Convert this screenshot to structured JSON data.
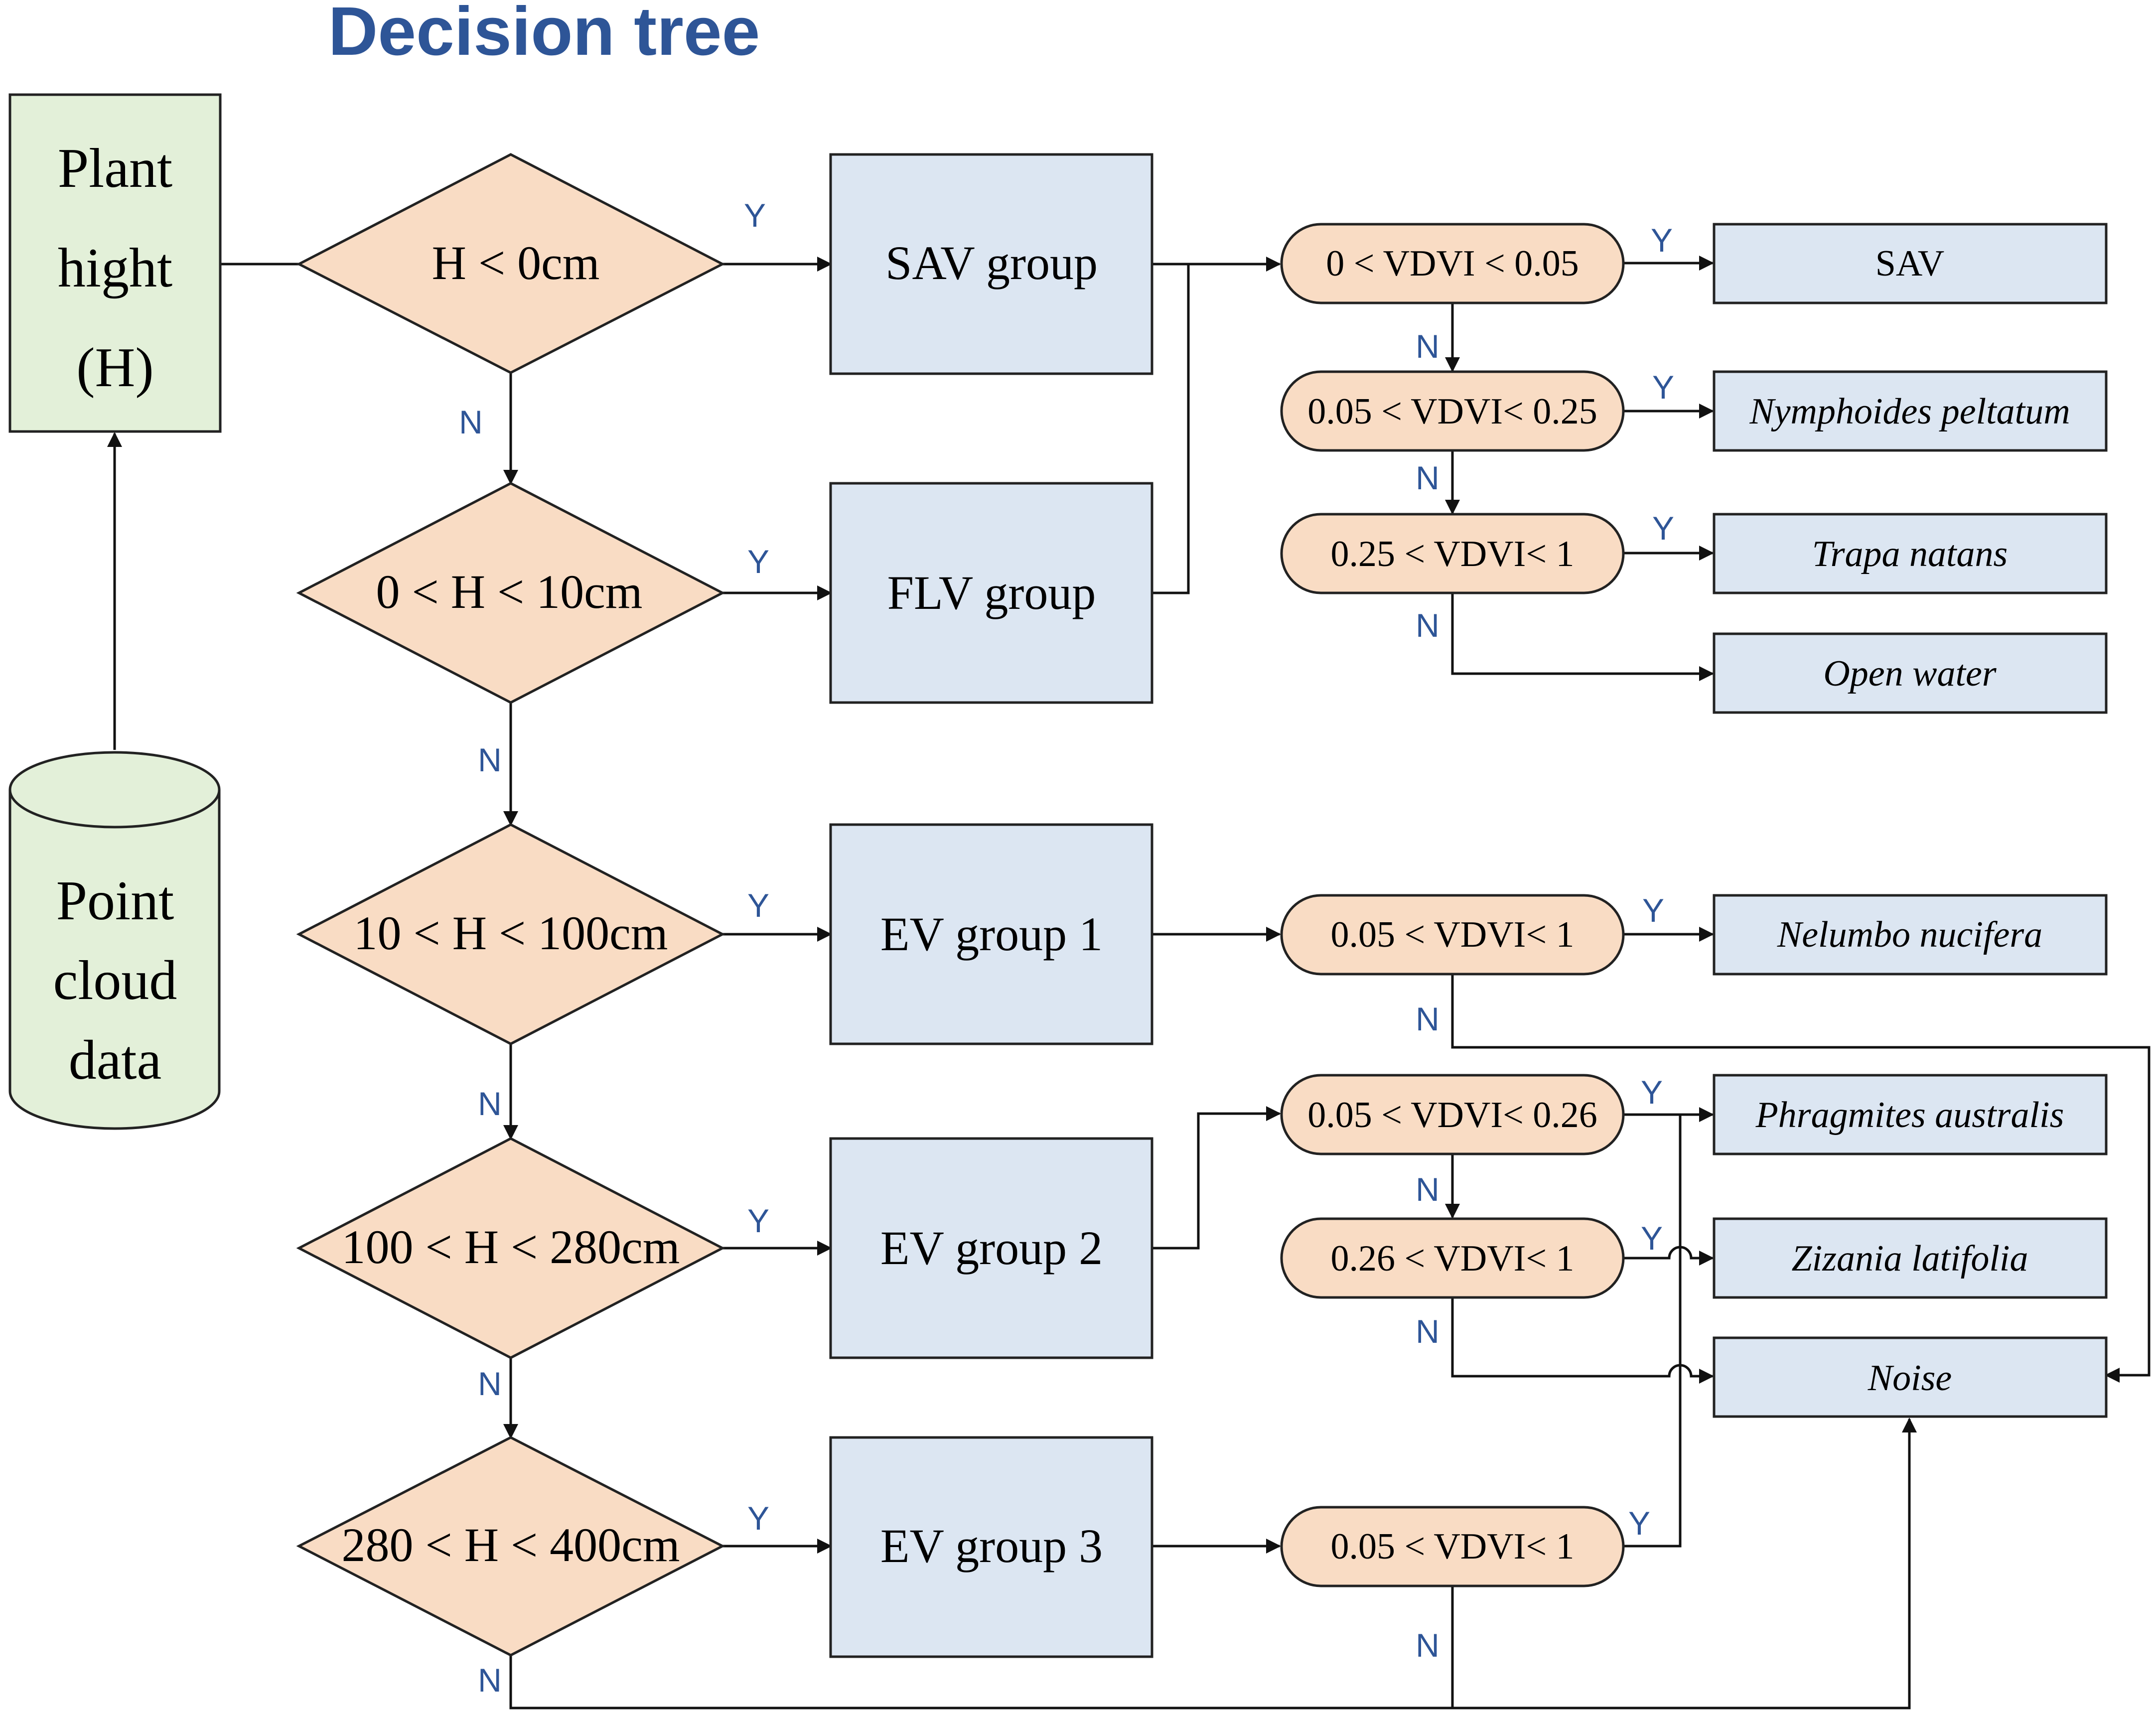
{
  "title": "Decision tree",
  "colors": {
    "title": "#2e5597",
    "green_fill": "#e3f0d9",
    "blue_fill": "#dce6f2",
    "peach_fill": "#f9dcc4",
    "stroke": "#222222",
    "label": "#2e5597"
  },
  "plant_height": [
    "Plant",
    "hight",
    "(H)"
  ],
  "point_cloud": [
    "Point",
    "cloud",
    "data"
  ],
  "height_conditions": {
    "h1": "H < 0cm",
    "h2": "0 < H < 10cm",
    "h3": "10 < H < 100cm",
    "h4": "100 < H < 280cm",
    "h5": "280 < H < 400cm"
  },
  "groups": {
    "sav": "SAV group",
    "flv": "FLV group",
    "ev1": "EV group 1",
    "ev2": "EV group 2",
    "ev3": "EV group 3"
  },
  "vdvi_conditions": {
    "v1": "0 < VDVI < 0.05",
    "v2": "0.05 < VDVI< 0.25",
    "v3": "0.25 < VDVI< 1",
    "v4": "0.05 < VDVI< 1",
    "v5": "0.05 < VDVI< 0.26",
    "v6": "0.26 < VDVI< 1",
    "v7": "0.05 < VDVI< 1"
  },
  "classes": {
    "sav": "SAV",
    "nymphoides": "Nymphoides peltatum",
    "trapa": "Trapa natans",
    "open_water": "Open water",
    "nelumbo": "Nelumbo nucifera",
    "phragmites": "Phragmites australis",
    "zizania": "Zizania latifolia",
    "noise": "Noise"
  },
  "labels": {
    "yes": "Y",
    "no": "N"
  }
}
